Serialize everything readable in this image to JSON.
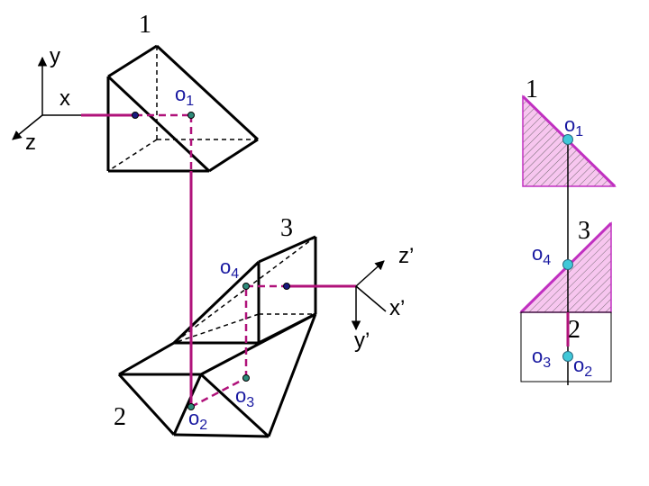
{
  "labels": {
    "prism1": "1",
    "prism2": "2",
    "prism3": "3",
    "axis_y": "y",
    "axis_x": "x",
    "axis_z": "z",
    "axis_z_prime": "z’",
    "axis_x_prime": "x’",
    "axis_y_prime": "y’",
    "o": "o",
    "o1_sub": "1",
    "o2_sub": "2",
    "o3_sub": "3",
    "o4_sub": "4"
  },
  "colors": {
    "edge": "#000000",
    "beam": "#b0127a",
    "point_fill": "#2e8b7a",
    "point_fill_right": "#40c8d8",
    "point_dark": "#1a1a80",
    "label_blue": "#1818a0",
    "prism_fill_right": "#f7c6ef",
    "prism_edge_right": "#c030c0"
  }
}
